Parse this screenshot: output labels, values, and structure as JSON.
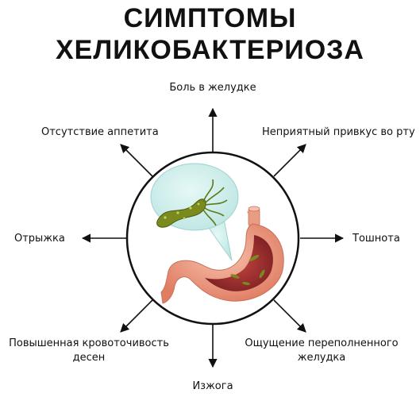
{
  "title": {
    "line1": "СИМПТОМЫ",
    "line2": "ХЕЛИКОБАКТЕРИОЗА"
  },
  "symptoms": {
    "top": "Боль в желудке",
    "top_left": "Отсутствие аппетита",
    "top_right": "Неприятный привкус во рту",
    "left": "Отрыжка",
    "right": "Тошнота",
    "bottom_left_line1": "Повышенная кровоточивость",
    "bottom_left_line2": "десен",
    "bottom_right_line1": "Ощущение переполненного",
    "bottom_right_line2": "желудка",
    "bottom": "Изжога"
  },
  "illustration": {
    "subject": "stomach-with-helicobacter-bacteria",
    "colors": {
      "circle_outline": "#111111",
      "bubble": "#cdeeec",
      "bacterium": "#7a8a1e",
      "stomach_outer": "#f0a48c",
      "stomach_inner": "#9e2f2e"
    }
  }
}
